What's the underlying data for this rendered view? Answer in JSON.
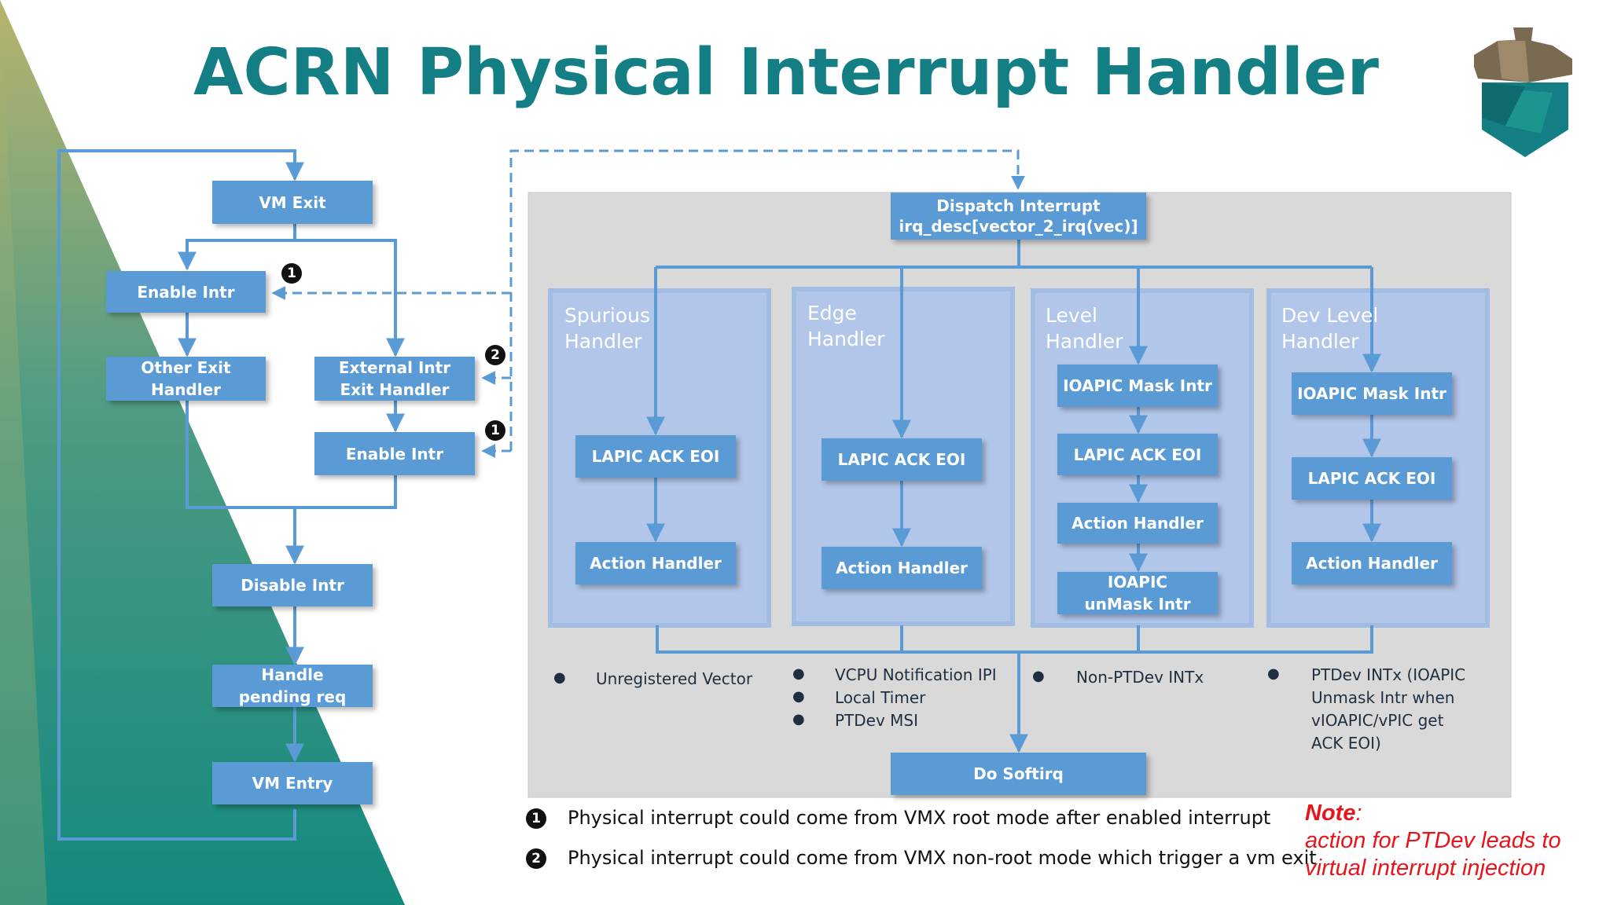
{
  "title": "ACRN Physical Interrupt Handler",
  "left_flow": {
    "vm_exit": "VM Exit",
    "enable_intr_1": "Enable Intr",
    "other_exit_handler": "Other Exit Handler",
    "external_intr_exit_handler": "External Intr Exit Handler",
    "enable_intr_2": "Enable Intr",
    "disable_intr": "Disable Intr",
    "handle_pending_req": "Handle pending req",
    "vm_entry": "VM Entry"
  },
  "dispatch": {
    "line1": "Dispatch Interrupt",
    "line2": "irq_desc[vector_2_irq(vec)]"
  },
  "handlers": {
    "spurious": {
      "label": "Spurious Handler",
      "steps": [
        "LAPIC ACK EOI",
        "Action Handler"
      ],
      "bullets": [
        "Unregistered Vector"
      ]
    },
    "edge": {
      "label": "Edge Handler",
      "steps": [
        "LAPIC ACK EOI",
        "Action Handler"
      ],
      "bullets": [
        "VCPU Notification IPI",
        "Local Timer",
        "PTDev MSI"
      ]
    },
    "level": {
      "label": "Level Handler",
      "steps": [
        "IOAPIC Mask Intr",
        "LAPIC ACK EOI",
        "Action Handler",
        "IOAPIC unMask Intr"
      ],
      "bullets": [
        "Non-PTDev INTx"
      ]
    },
    "dev_level": {
      "label": "Dev Level Handler",
      "steps": [
        "IOAPIC Mask Intr",
        "LAPIC ACK EOI",
        "Action Handler"
      ],
      "bullets": [
        "PTDev INTx (IOAPIC Unmask Intr when vIOAPIC/vPIC get ACK EOI)"
      ]
    }
  },
  "do_softirq": "Do Softirq",
  "markers": {
    "one": "1",
    "two": "2"
  },
  "footnotes": [
    {
      "marker": "1",
      "text": "Physical interrupt could come from VMX root mode after enabled interrupt"
    },
    {
      "marker": "2",
      "text": "Physical interrupt could come from VMX non-root mode which trigger a vm exit"
    }
  ],
  "note": {
    "heading": "Note",
    "text": "action for PTDev leads to virtual interrupt injection"
  },
  "colors": {
    "title": "#137f85",
    "box": "#5b9bd5",
    "panel": "#d9d9d9",
    "line": "#5b9bd5",
    "note": "#e8141b"
  }
}
